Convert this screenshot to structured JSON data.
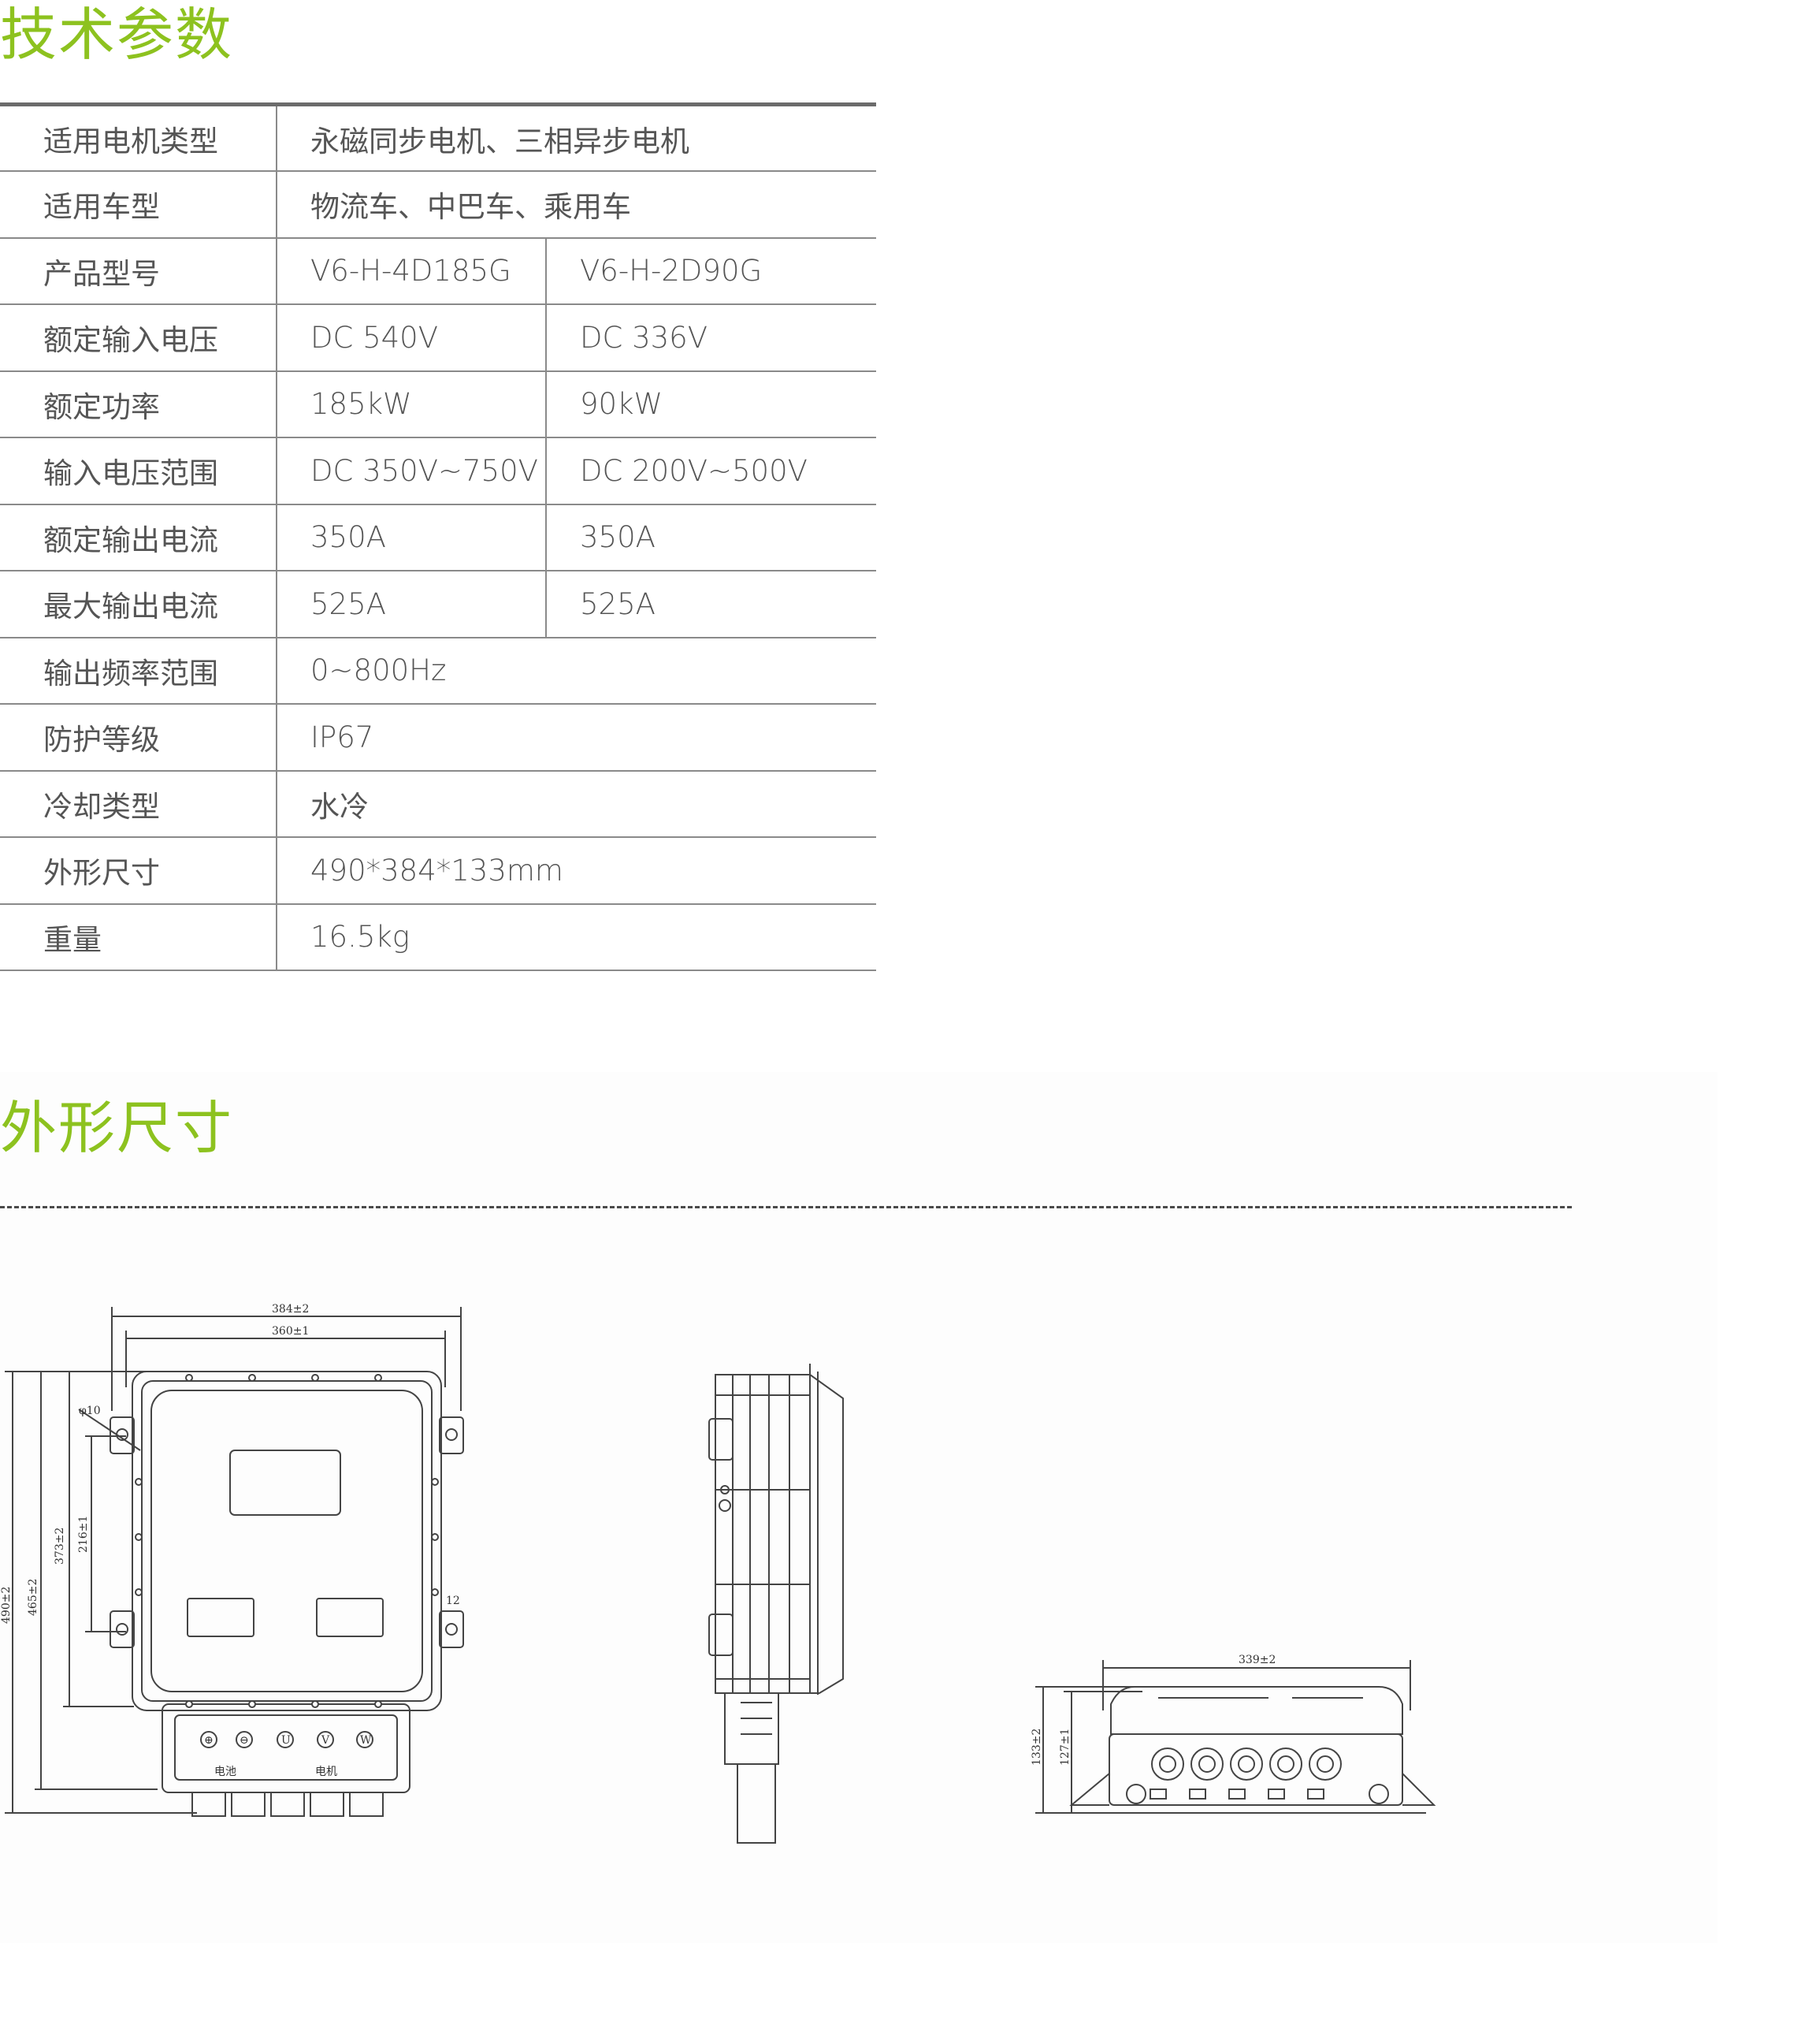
{
  "colors": {
    "title": "#8dc21f",
    "text": "#555555",
    "rule": "#8a8a8a"
  },
  "spec_section": {
    "title": "技术参数",
    "rows": [
      {
        "label": "适用电机类型",
        "value": "永磁同步电机、三相异步电机"
      },
      {
        "label": "适用车型",
        "value": "物流车、中巴车、乘用车"
      },
      {
        "label": "产品型号",
        "values": [
          "V6-H-4D185G",
          "V6-H-2D90G"
        ]
      },
      {
        "label": "额定输入电压",
        "values": [
          "DC  540V",
          "DC  336V"
        ]
      },
      {
        "label": "额定功率",
        "values": [
          "185kW",
          "90kW"
        ]
      },
      {
        "label": "输入电压范围",
        "values": [
          "DC  350V~750V",
          "DC  200V~500V"
        ]
      },
      {
        "label": "额定输出电流",
        "values": [
          "350A",
          "350A"
        ]
      },
      {
        "label": "最大输出电流",
        "values": [
          "525A",
          "525A"
        ]
      },
      {
        "label": "输出频率范围",
        "value": "0~800Hz"
      },
      {
        "label": "防护等级",
        "value": "IP67"
      },
      {
        "label": "冷却类型",
        "value": "水冷"
      },
      {
        "label": "外形尺寸",
        "value": "490*384*133mm"
      },
      {
        "label": "重量",
        "value": "16.5kg"
      }
    ]
  },
  "dimension_section": {
    "title": "外形尺寸",
    "front_view": {
      "dims": [
        "384±2",
        "360±1",
        "φ10",
        "490±2",
        "465±2",
        "373±2",
        "216±1",
        "12"
      ],
      "panel_labels": [
        "电池",
        "电机"
      ],
      "terminal_symbols": [
        "⊕",
        "⊖",
        "U",
        "V",
        "W"
      ]
    },
    "bottom_view": {
      "dims": [
        "339±2",
        "133±2",
        "127±1"
      ]
    }
  }
}
